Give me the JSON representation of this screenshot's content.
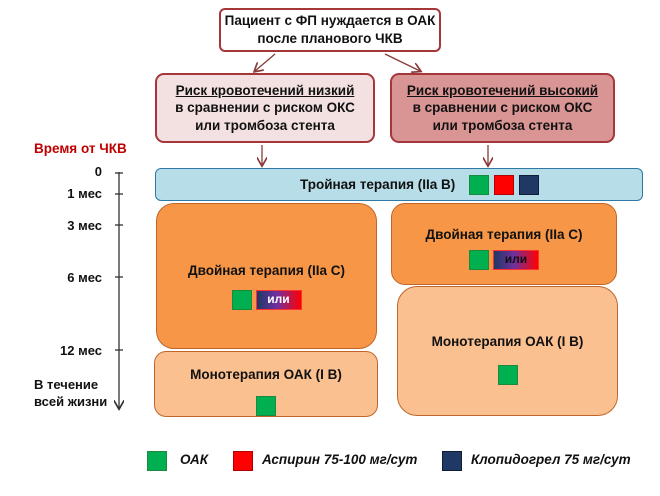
{
  "title_box": {
    "line1": "Пациент с ФП нуждается в ОАК",
    "line2": "после планового ЧКВ"
  },
  "risk_low": {
    "line1": "Риск кровотечений низкий",
    "line2": "в сравнении с риском ОКС",
    "line3": "или тромбоза стента"
  },
  "risk_high": {
    "line1": "Риск кровотечений высокий",
    "line2": "в сравнении с риском ОКС",
    "line3": "или тромбоза стента"
  },
  "timeline": {
    "title": "Время от ЧКВ",
    "ticks": [
      "0",
      "1 мес",
      "3 мес",
      "6 мес",
      "12 мес"
    ],
    "lifelong_line1": "В течение",
    "lifelong_line2": "всей жизни"
  },
  "triple_therapy": {
    "label": "Тройная терапия (IIa B)"
  },
  "dual_left": {
    "label": "Двойная терапия (IIa C)",
    "or_label": "или"
  },
  "dual_right": {
    "label": "Двойная терапия (IIa C)",
    "or_label": "или"
  },
  "mono_left": {
    "label": "Монотерапия  ОАК (I B)"
  },
  "mono_right": {
    "label": "Монотерапия  ОАК (I B)"
  },
  "legend": {
    "oac": "ОАК",
    "aspirin": "Аспирин 75-100 мг/сут",
    "clopidogrel": "Клопидогрел 75 мг/сут"
  },
  "colors": {
    "oac": "#00b050",
    "aspirin": "#ff0000",
    "clopidogrel": "#1f3864",
    "border_red": "#a5373b",
    "triple_fill": "#b7dde8",
    "dual_fill": "#f79646",
    "mono_fill": "#fac090",
    "axis_title": "#c00000"
  }
}
